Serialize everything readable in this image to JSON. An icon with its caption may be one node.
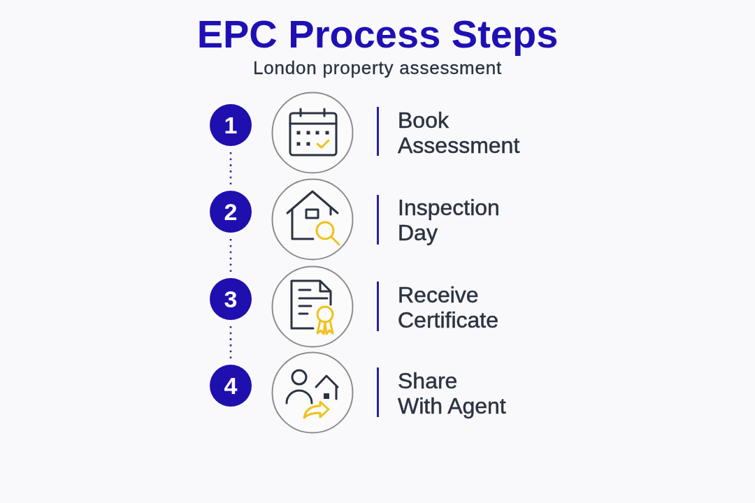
{
  "diagram": {
    "title": "EPC Process Steps",
    "nodes": [
      {
        "text": [
          "1"
        ]
      },
      {
        "text": [
          "2"
        ]
      },
      {
        "text": [
          "3"
        ]
      },
      {
        "text": [
          "4"
        ]
      }
    ],
    "edges": [
      {
        "from": 0,
        "to": 1,
        "arrow": "none",
        "style": "dashed"
      },
      {
        "from": 1,
        "to": 2,
        "arrow": "none",
        "style": "dashed"
      },
      {
        "from": 2,
        "to": 3,
        "arrow": "none",
        "style": "dashed"
      }
    ],
    "labels": [
      "London property assessment",
      "Book Assessment",
      "Inspection Day",
      "Receive Certificate",
      "Share With Agent"
    ]
  }
}
